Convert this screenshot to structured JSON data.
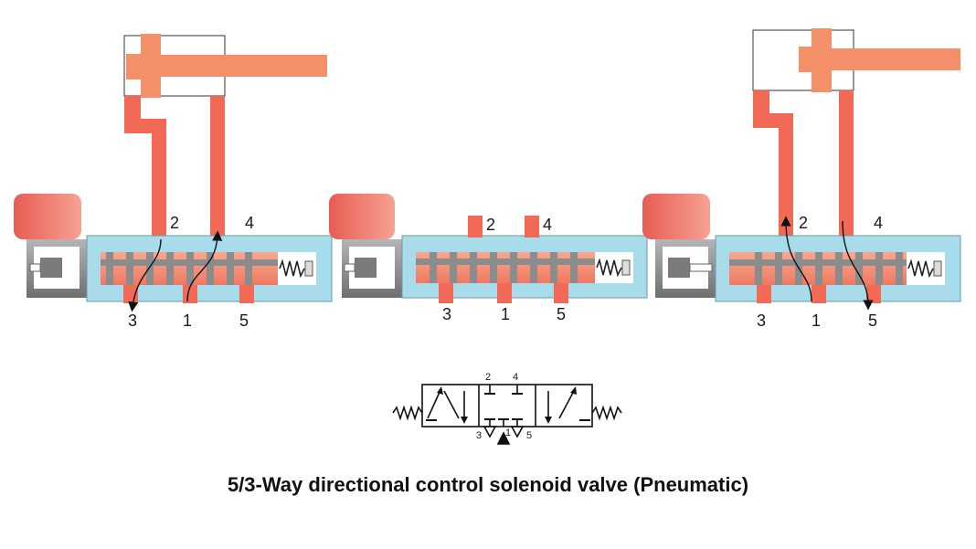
{
  "caption": "5/3-Way directional control solenoid valve (Pneumatic)",
  "colors": {
    "valve_body": "#a8dcea",
    "spool": "#f5917a",
    "flow_line": "#f26a55",
    "cylinder_rod": "#f3906a",
    "solenoid_coil": "#f07a68",
    "actuator_gray": "#8a8a8a"
  },
  "valves": [
    {
      "state": "left solenoid energized",
      "ports": {
        "p2": "2",
        "p4": "4",
        "p3": "3",
        "p1": "1",
        "p5": "5"
      }
    },
    {
      "state": "center position",
      "ports": {
        "p2": "2",
        "p4": "4",
        "p3": "3",
        "p1": "1",
        "p5": "5"
      }
    },
    {
      "state": "right solenoid energized",
      "ports": {
        "p2": "2",
        "p4": "4",
        "p3": "3",
        "p1": "1",
        "p5": "5"
      }
    }
  ],
  "symbol": {
    "ports": {
      "p2": "2",
      "p4": "4",
      "p3": "3",
      "p1": "1",
      "p5": "5"
    }
  }
}
